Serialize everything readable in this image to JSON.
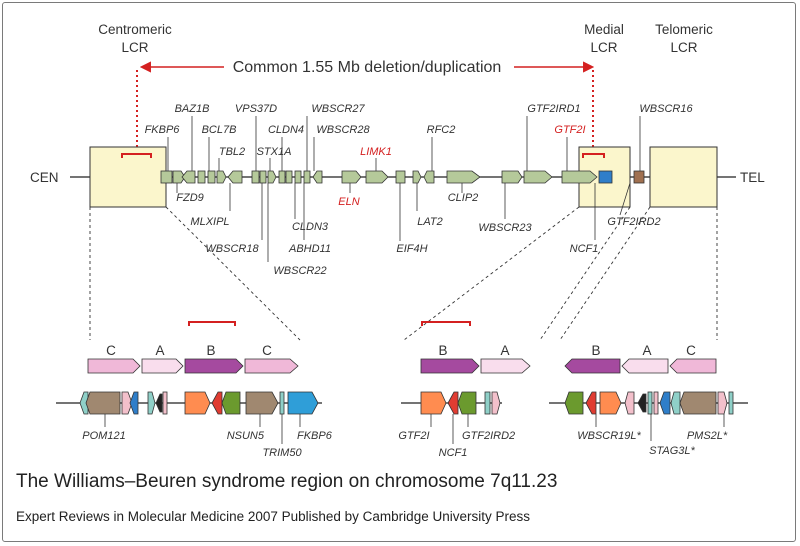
{
  "lcr_labels": {
    "centromeric": [
      "Centromeric",
      "LCR"
    ],
    "medial": [
      "Medial",
      "LCR"
    ],
    "telomeric": [
      "Telomeric",
      "LCR"
    ]
  },
  "deletion_label": "Common 1.55 Mb deletion/duplication",
  "ends": {
    "cen": "CEN",
    "tel": "TEL"
  },
  "genes_above": [
    "FKBP6",
    "BAZ1B",
    "BCL7B",
    "TBL2",
    "VPS37D",
    "STX1A",
    "CLDN4",
    "WBSCR27",
    "WBSCR28",
    "LIMK1",
    "RFC2",
    "GTF2IRD1",
    "GTF2I",
    "WBSCR16"
  ],
  "genes_below": [
    "FZD9",
    "MLXIPL",
    "WBSCR18",
    "WBSCR22",
    "CLDN3",
    "ABHD11",
    "ELN",
    "EIF4H",
    "LAT2",
    "CLIP2",
    "WBSCR23",
    "NCF1",
    "GTF2IRD2"
  ],
  "red_genes": [
    "LIMK1",
    "ELN",
    "GTF2I"
  ],
  "block_letters": {
    "centromeric": [
      "C",
      "A",
      "B",
      "C"
    ],
    "medial": [
      "B",
      "A"
    ],
    "telomeric": [
      "B",
      "A",
      "C"
    ]
  },
  "lcr_genes": {
    "centromeric": [
      "POM121",
      "NSUN5",
      "TRIM50",
      "FKBP6"
    ],
    "medial": [
      "GTF2I",
      "NCF1",
      "GTF2IRD2"
    ],
    "telomeric": [
      "WBSCR19L*",
      "STAG3L*",
      "PMS2L*"
    ]
  },
  "title": "The Williams–Beuren syndrome region on chromosome 7q11.23",
  "subtitle": "Expert Reviews in Molecular Medicine 2007 Published by Cambridge University Press",
  "colors": {
    "lcr_fill": "#fbf6cc",
    "gene_arrow": "#b5c99a",
    "red_accent": "#d42020",
    "block_pink": "#f0b8d8",
    "block_light": "#f9dded",
    "block_purple": "#a54a9f"
  }
}
